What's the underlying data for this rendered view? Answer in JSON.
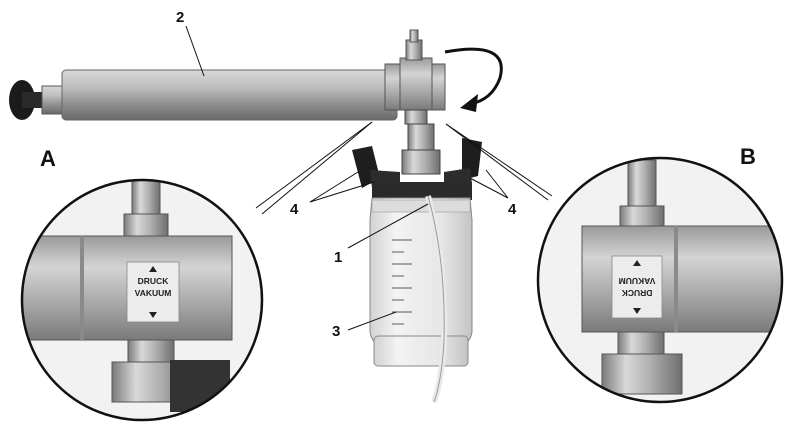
{
  "labels": {
    "detail_a": "A",
    "detail_b": "B",
    "part_1": "1",
    "part_2": "2",
    "part_3": "3",
    "part_4_left": "4",
    "part_4_right": "4"
  },
  "valve_marking": {
    "top": "DRUCK",
    "bottom": "VAKUUM"
  }
}
